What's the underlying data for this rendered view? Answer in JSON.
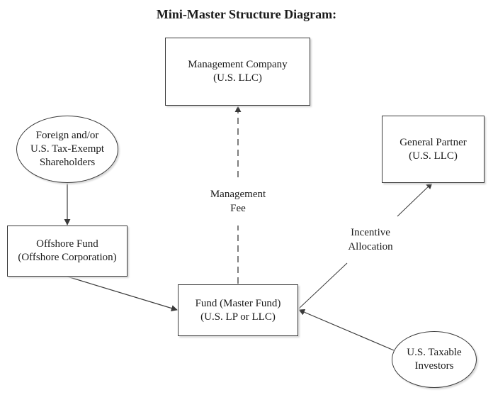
{
  "title": "Mini-Master Structure Diagram:",
  "nodes": {
    "management_company": {
      "line1": "Management Company",
      "line2": "(U.S. LLC)",
      "shape": "rectangle"
    },
    "shareholders": {
      "line1": "Foreign and/or",
      "line2": "U.S. Tax-Exempt",
      "line3": "Shareholders",
      "shape": "ellipse"
    },
    "general_partner": {
      "line1": "General Partner",
      "line2": "(U.S. LLC)",
      "shape": "rectangle"
    },
    "offshore_fund": {
      "line1": "Offshore Fund",
      "line2": "(Offshore Corporation)",
      "shape": "rectangle"
    },
    "master_fund": {
      "line1": "Fund (Master Fund)",
      "line2": "(U.S. LP or LLC)",
      "shape": "rectangle"
    },
    "taxable_investors": {
      "line1": "U.S. Taxable",
      "line2": "Investors",
      "shape": "ellipse"
    }
  },
  "edges": [
    {
      "from": "shareholders",
      "to": "offshore_fund",
      "style": "solid",
      "label": ""
    },
    {
      "from": "offshore_fund",
      "to": "master_fund",
      "style": "solid",
      "label": ""
    },
    {
      "from": "master_fund",
      "to": "management_company",
      "style": "dashed",
      "label": "Management Fee"
    },
    {
      "from": "master_fund",
      "to": "general_partner",
      "style": "solid",
      "label": "Incentive Allocation"
    },
    {
      "from": "taxable_investors",
      "to": "master_fund",
      "style": "solid",
      "label": ""
    }
  ],
  "edge_labels": {
    "management_fee": {
      "line1": "Management",
      "line2": "Fee"
    },
    "incentive_allocation": {
      "line1": "Incentive",
      "line2": "Allocation"
    }
  },
  "colors": {
    "stroke": "#3a3a3a",
    "text": "#1a1a1a",
    "background": "#ffffff"
  }
}
